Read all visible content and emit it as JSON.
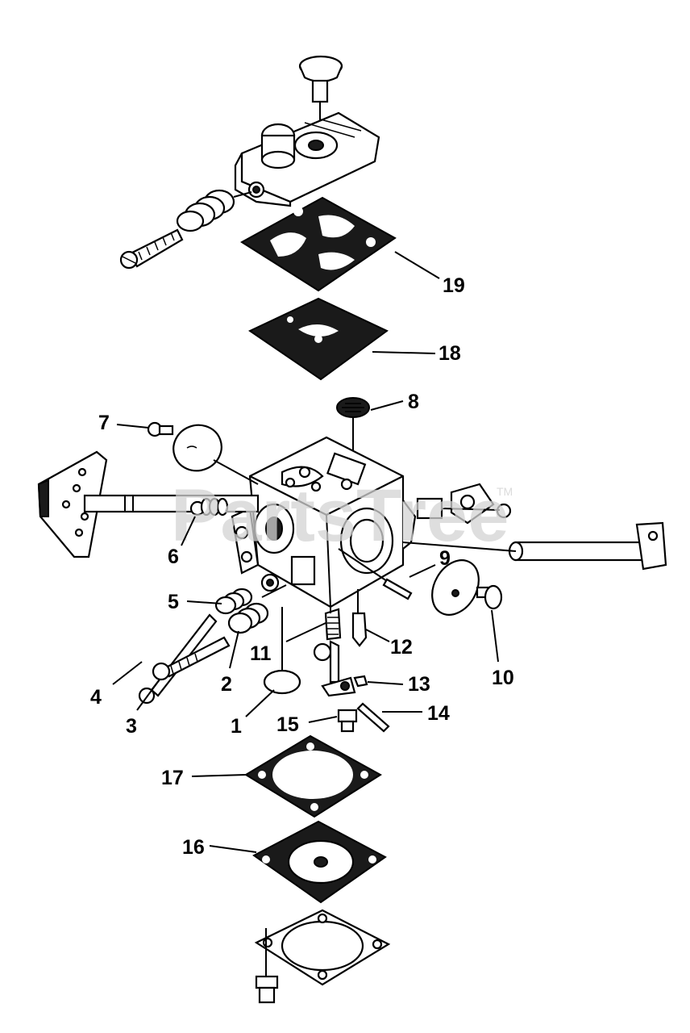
{
  "watermark": {
    "text": "PartsTree",
    "trademark": "TM"
  },
  "callouts": [
    {
      "id": "1",
      "label": "1"
    },
    {
      "id": "2",
      "label": "2"
    },
    {
      "id": "3",
      "label": "3"
    },
    {
      "id": "4",
      "label": "4"
    },
    {
      "id": "5",
      "label": "5"
    },
    {
      "id": "6",
      "label": "6"
    },
    {
      "id": "7",
      "label": "7"
    },
    {
      "id": "8",
      "label": "8"
    },
    {
      "id": "9",
      "label": "9"
    },
    {
      "id": "10",
      "label": "10"
    },
    {
      "id": "11",
      "label": "11"
    },
    {
      "id": "12",
      "label": "12"
    },
    {
      "id": "13",
      "label": "13"
    },
    {
      "id": "14",
      "label": "14"
    },
    {
      "id": "15",
      "label": "15"
    },
    {
      "id": "16",
      "label": "16"
    },
    {
      "id": "17",
      "label": "17"
    },
    {
      "id": "18",
      "label": "18"
    },
    {
      "id": "19",
      "label": "19"
    }
  ],
  "colors": {
    "line": "#000000",
    "background": "#ffffff",
    "watermark": "#d4d4d4"
  }
}
